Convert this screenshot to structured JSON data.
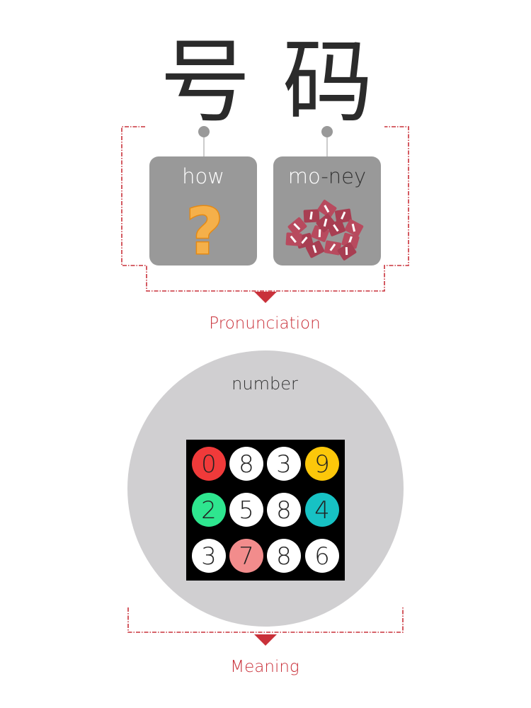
{
  "title": {
    "chars": [
      "号",
      "码"
    ]
  },
  "pronunciation": {
    "syllables": [
      {
        "text": "how",
        "icon": "question-mark-icon"
      },
      {
        "text_a": "mo",
        "text_sep": "-",
        "text_b": "ney",
        "icon": "money-pile-icon"
      }
    ],
    "label": "Pronunciation"
  },
  "meaning": {
    "word": "number",
    "label": "Meaning",
    "keypad": [
      {
        "digit": "0",
        "color": "#f03a3a"
      },
      {
        "digit": "8",
        "color": "#ffffff"
      },
      {
        "digit": "3",
        "color": "#ffffff"
      },
      {
        "digit": "9",
        "color": "#fcc70a"
      },
      {
        "digit": "2",
        "color": "#2ee68f"
      },
      {
        "digit": "5",
        "color": "#ffffff"
      },
      {
        "digit": "8",
        "color": "#ffffff"
      },
      {
        "digit": "4",
        "color": "#17c2c4"
      },
      {
        "digit": "3",
        "color": "#ffffff"
      },
      {
        "digit": "7",
        "color": "#f28c8c"
      },
      {
        "digit": "8",
        "color": "#ffffff"
      },
      {
        "digit": "6",
        "color": "#ffffff"
      }
    ]
  },
  "colors": {
    "accent": "#c9313a",
    "box": "#999999",
    "circle": "#d0cfd1"
  }
}
